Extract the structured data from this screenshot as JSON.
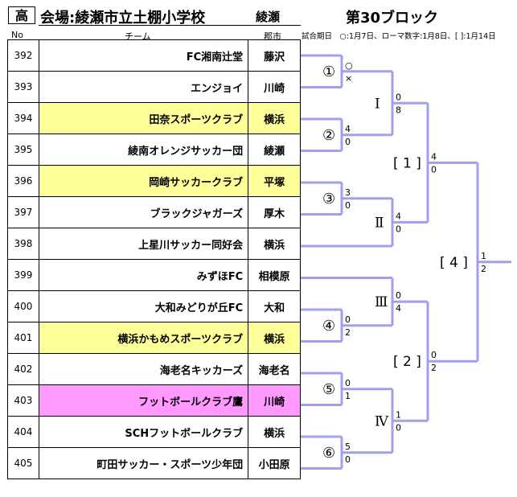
{
  "header": {
    "level": "高",
    "venue": "会場:綾瀬市立土棚小学校",
    "city": "綾瀬",
    "block": "第30ブロック",
    "col_no": "No",
    "col_team": "チーム",
    "col_city": "郡市",
    "note": "試合期日　○:1月7日、ローマ数字:1月8日、[ ]:1月14日"
  },
  "teams": [
    {
      "no": "392",
      "name": "FC湘南辻堂",
      "city": "藤沢",
      "hl": ""
    },
    {
      "no": "393",
      "name": "エンジョイ",
      "city": "川崎",
      "hl": ""
    },
    {
      "no": "394",
      "name": "田奈スポーツクラブ",
      "city": "横浜",
      "hl": "yellow"
    },
    {
      "no": "395",
      "name": "綾南オレンジサッカー団",
      "city": "綾瀬",
      "hl": ""
    },
    {
      "no": "396",
      "name": "岡崎サッカークラブ",
      "city": "平塚",
      "hl": "yellow"
    },
    {
      "no": "397",
      "name": "ブラックジャガーズ",
      "city": "厚木",
      "hl": ""
    },
    {
      "no": "398",
      "name": "上星川サッカー同好会",
      "city": "横浜",
      "hl": ""
    },
    {
      "no": "399",
      "name": "みずほFC",
      "city": "相模原",
      "hl": ""
    },
    {
      "no": "400",
      "name": "大和みどりが丘FC",
      "city": "大和",
      "hl": ""
    },
    {
      "no": "401",
      "name": "横浜かもめスポーツクラブ",
      "city": "横浜",
      "hl": "yellow"
    },
    {
      "no": "402",
      "name": "海老名キッカーズ",
      "city": "海老名",
      "hl": ""
    },
    {
      "no": "403",
      "name": "フットボールクラブ鷹",
      "city": "川崎",
      "hl": "pink"
    },
    {
      "no": "404",
      "name": "SCHフットボールクラブ",
      "city": "横浜",
      "hl": ""
    },
    {
      "no": "405",
      "name": "町田サッカー・スポーツ少年団",
      "city": "小田原",
      "hl": ""
    }
  ],
  "bracket": {
    "line_color": "#a0a0ee",
    "r1": [
      {
        "label": "①",
        "top": "○",
        "bottom": "×"
      },
      {
        "label": "②",
        "top": "4",
        "bottom": "0"
      },
      {
        "label": "③",
        "top": "3",
        "bottom": "0"
      },
      {
        "label": "④",
        "top": "0",
        "bottom": "2"
      },
      {
        "label": "⑤",
        "top": "0",
        "bottom": "1"
      },
      {
        "label": "⑥",
        "top": "5",
        "bottom": "0"
      }
    ],
    "r2": [
      {
        "label": "Ⅰ",
        "top": "0",
        "bottom": "8"
      },
      {
        "label": "Ⅱ",
        "top": "4",
        "bottom": "0"
      },
      {
        "label": "Ⅲ",
        "top": "0",
        "bottom": "4"
      },
      {
        "label": "Ⅳ",
        "top": "1",
        "bottom": "0"
      }
    ],
    "r3": [
      {
        "label": "[ 1 ]",
        "top": "4",
        "bottom": "0"
      },
      {
        "label": "[ 2 ]",
        "top": "0",
        "bottom": "2"
      }
    ],
    "final": {
      "label": "[ 4 ]",
      "top": "1",
      "bottom": "2"
    }
  }
}
